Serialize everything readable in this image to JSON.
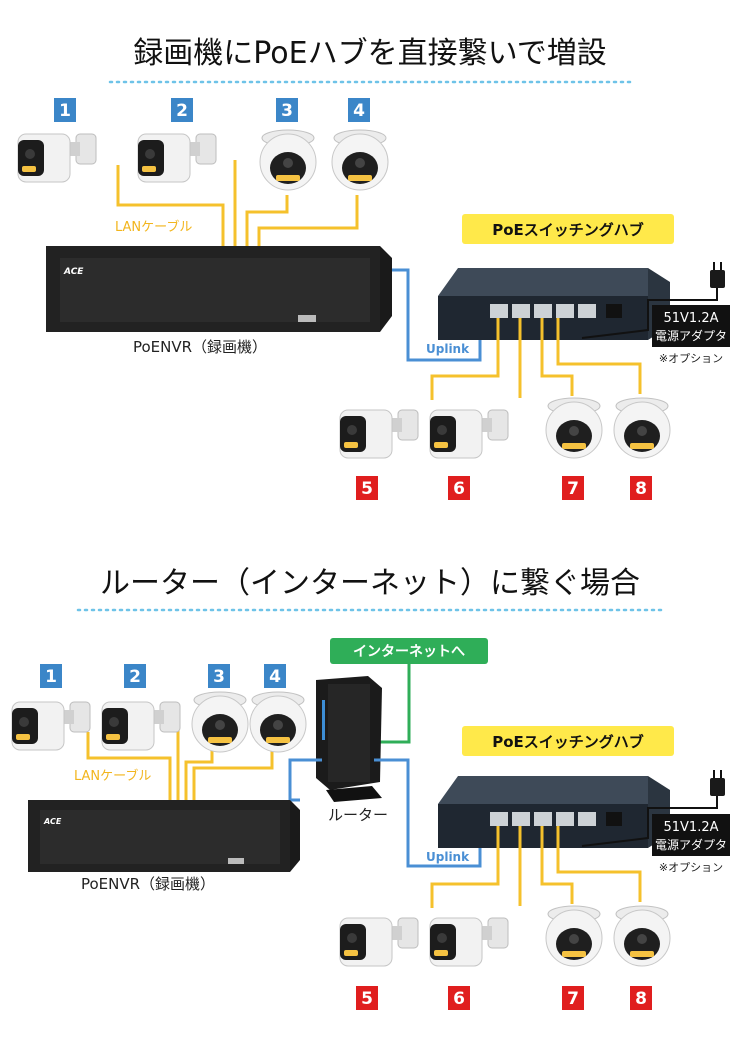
{
  "section1": {
    "title": "録画機にPoEハブを直接繋いで増設",
    "lan_label": "LANケーブル",
    "uplink_label": "Uplink",
    "nvr_label": "PoENVR（録画機）",
    "nvr_brand": "ACE",
    "hub_label": "PoEスイッチングハブ",
    "adapter_spec": "51V1.2A",
    "adapter_name": "電源アダプタ",
    "adapter_note": "※オプション",
    "nvr_cameras": [
      "1",
      "2",
      "3",
      "4"
    ],
    "hub_cameras": [
      "5",
      "6",
      "7",
      "8"
    ]
  },
  "section2": {
    "title": "ルーター（インターネット）に繋ぐ場合",
    "internet_label": "インターネットへ",
    "router_label": "ルーター",
    "lan_label": "LANケーブル",
    "uplink_label": "Uplink",
    "nvr_label": "PoENVR（録画機）",
    "nvr_brand": "ACE",
    "hub_label": "PoEスイッチングハブ",
    "adapter_spec": "51V1.2A",
    "adapter_name": "電源アダプタ",
    "adapter_note": "※オプション",
    "nvr_cameras": [
      "1",
      "2",
      "3",
      "4"
    ],
    "hub_cameras": [
      "5",
      "6",
      "7",
      "8"
    ]
  },
  "colors": {
    "blue_badge": "#3b86c8",
    "red_badge": "#e01e1e",
    "lan_cable": "#f5c12c",
    "uplink_cable": "#4a8fd4",
    "hub_label_bg": "#ffe94a",
    "internet_bg": "#2fae58",
    "divider": "#6ec3e8"
  }
}
